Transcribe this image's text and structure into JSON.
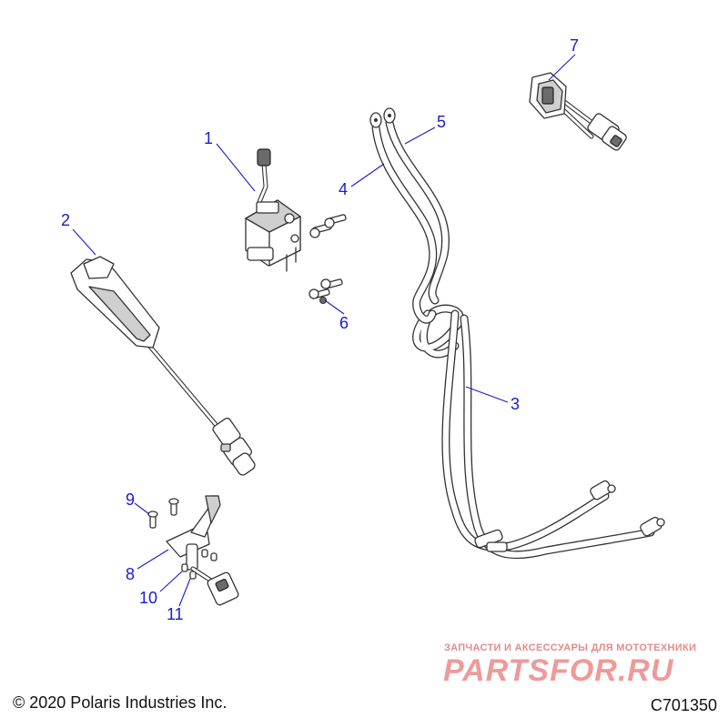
{
  "callouts": [
    {
      "id": "1",
      "label": "1"
    },
    {
      "id": "2",
      "label": "2"
    },
    {
      "id": "3",
      "label": "3"
    },
    {
      "id": "4",
      "label": "4"
    },
    {
      "id": "5",
      "label": "5"
    },
    {
      "id": "6",
      "label": "6"
    },
    {
      "id": "7",
      "label": "7"
    },
    {
      "id": "8",
      "label": "8"
    },
    {
      "id": "9",
      "label": "9"
    },
    {
      "id": "10",
      "label": "10"
    },
    {
      "id": "11",
      "label": "11"
    }
  ],
  "footer": {
    "copyright": "© 2020 Polaris Industries Inc.",
    "figure_id": "C701350"
  },
  "watermark": {
    "tagline": "ЗАПЧАСТИ И АКСЕССУАРЫ ДЛЯ МОТОТЕХНИКИ",
    "logo": "PARTSFOR.RU"
  },
  "colors": {
    "callout": "#1a1ad0",
    "line_art": "#333333",
    "watermark": "#ee9a9a"
  }
}
